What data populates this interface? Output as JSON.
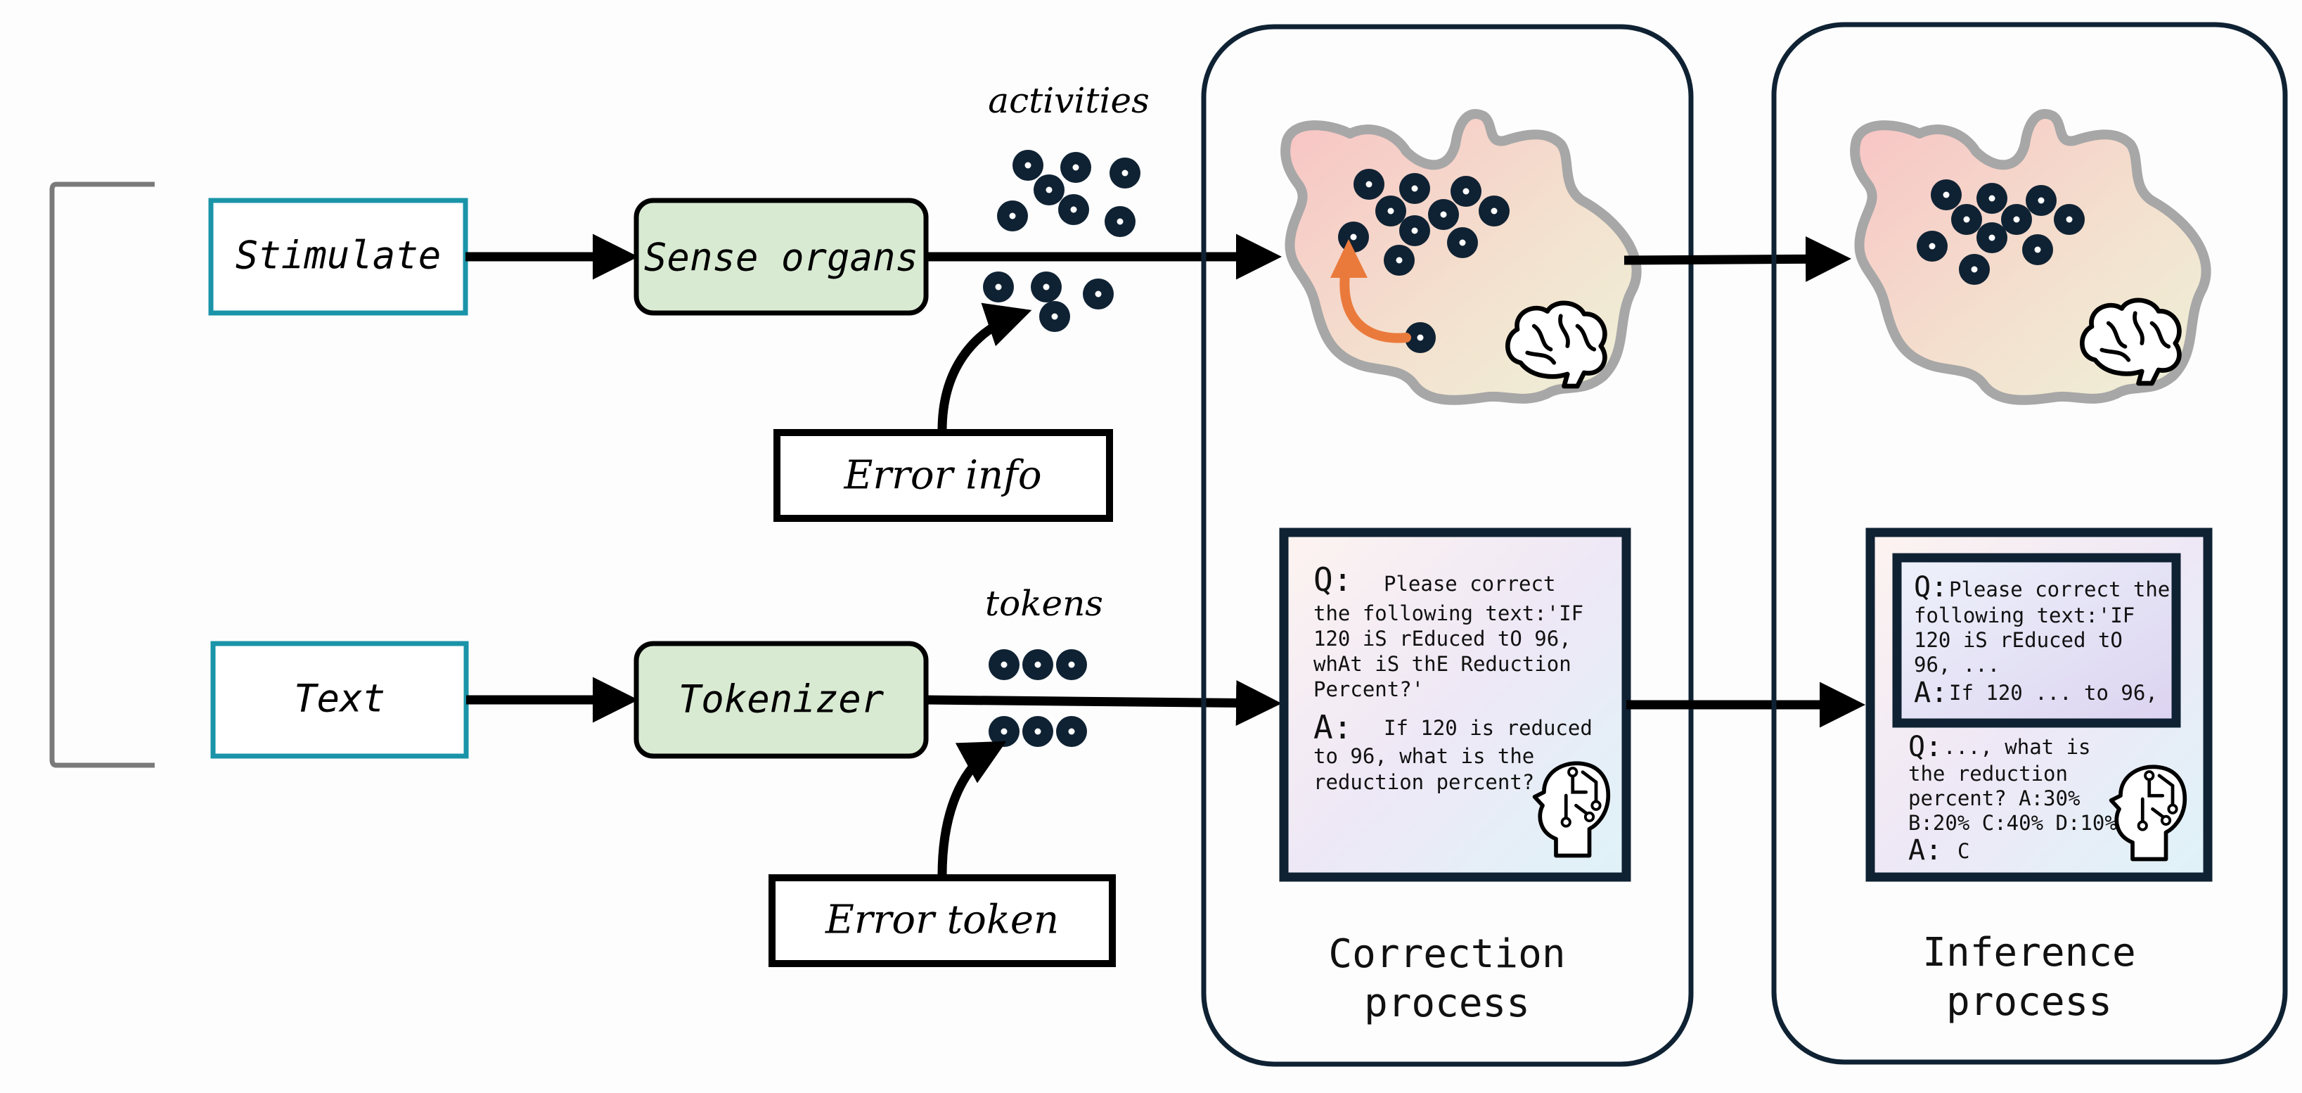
{
  "top_row": {
    "input": "Stimulate",
    "encoder": "Sense organs",
    "output": "activities",
    "error": "Error info"
  },
  "bottom_row": {
    "input": "Text",
    "encoder": "Tokenizer",
    "output": "tokens",
    "error": "Error token"
  },
  "correction": {
    "title": [
      "Correction",
      "process"
    ],
    "q_label": "Q:",
    "q_lines": [
      "Please correct",
      "the following text:'IF",
      "120 iS rEduced tO 96,",
      "whAt iS thE Reduction",
      "Percent?'"
    ],
    "a_label": "A:",
    "a_lines": [
      "If 120 is reduced",
      "to 96, what is the",
      "reduction percent?"
    ]
  },
  "inference": {
    "title": [
      "Inference",
      "process"
    ],
    "inner_q_label": "Q:",
    "inner_q_lines": [
      "Please correct the",
      "following text:'IF",
      "120 iS rEduced tO",
      "96, ..."
    ],
    "inner_a_label": "A:",
    "inner_a_line": "If 120 ... to 96,",
    "q_label": "Q:",
    "q_lines": [
      "..., what is",
      "the reduction",
      "percent? A:30%",
      "B:20% C:40% D:10%"
    ],
    "a_label": "A:",
    "a_value": "C"
  },
  "colors": {
    "teal": "#1a94a8",
    "green_fill": "#d9ead3",
    "navy": "#0f2233",
    "orange": "#ea7a3c",
    "grey": "#7a7a7a"
  },
  "icons": [
    "brain-icon",
    "ai-head-icon"
  ]
}
